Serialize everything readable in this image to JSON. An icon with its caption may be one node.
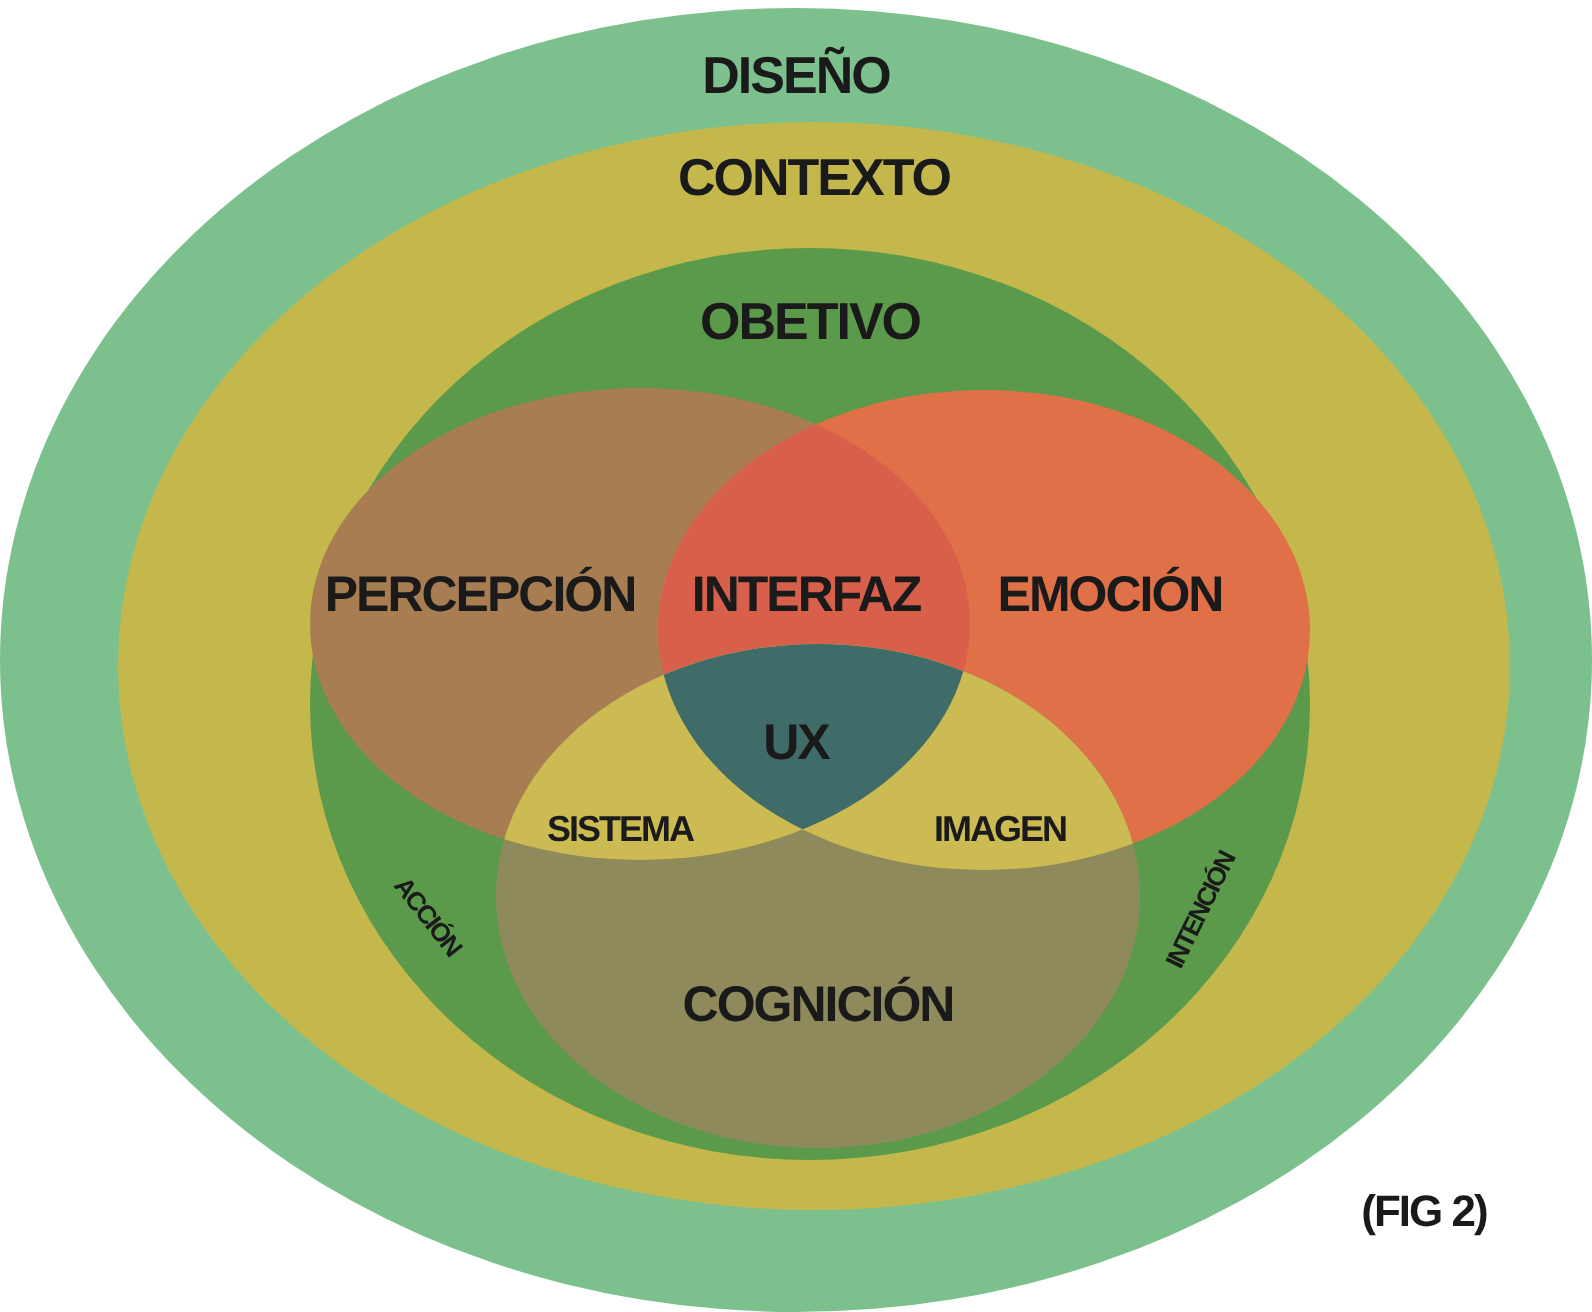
{
  "diagram": {
    "caption": "(FIG 2)",
    "nodes": [
      {
        "text": [
          "DISEÑO"
        ]
      },
      {
        "text": [
          "CONTEXTO"
        ],
        "in": 0
      },
      {
        "text": [
          "OBETIVO"
        ],
        "in": 1
      },
      {
        "text": [
          "PERCEPCIÓN"
        ],
        "in": 2
      },
      {
        "text": [
          "EMOCIÓN"
        ],
        "in": 2
      },
      {
        "text": [
          "COGNICIÓN"
        ],
        "in": 2
      }
    ],
    "edges": [],
    "labels": [
      "INTERFAZ",
      "UX",
      "SISTEMA",
      "IMAGEN",
      "ACCIÓN",
      "INTENCIÓN"
    ]
  }
}
